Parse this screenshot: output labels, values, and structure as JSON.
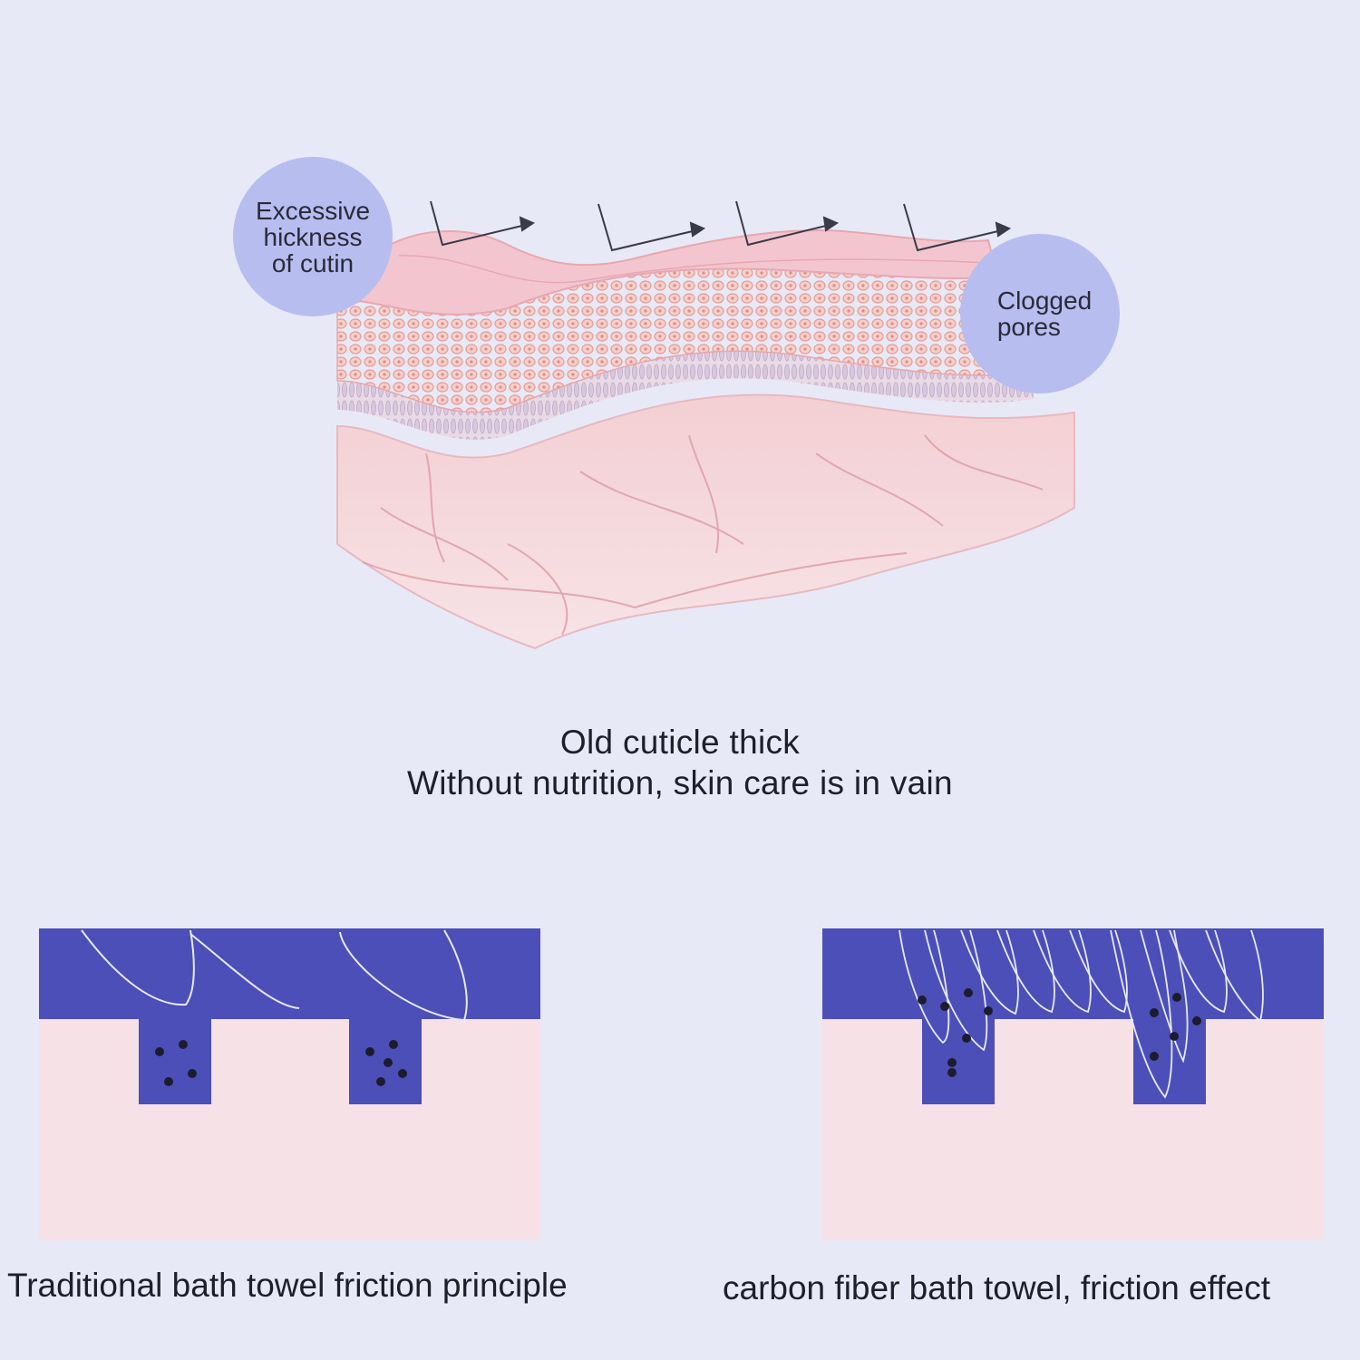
{
  "colors": {
    "background": "#e8e9f6",
    "bubble": "#b7bdee",
    "towel_blue": "#4c4fb8",
    "skin_pink": "#f6e2e6",
    "dirt": "#1c1c2e",
    "fiber": "#e8e9ff"
  },
  "callouts": {
    "cutin": [
      "Excessive",
      "hickness",
      "of cutin"
    ],
    "pores": [
      "Clogged",
      "pores"
    ]
  },
  "headline": {
    "line1": "Old cuticle thick",
    "line2": "Without nutrition, skin care is in vain"
  },
  "panels": {
    "traditional": {
      "caption": "Traditional bath towel friction principle"
    },
    "carbon": {
      "caption": "carbon fiber bath towel, friction effect"
    }
  }
}
